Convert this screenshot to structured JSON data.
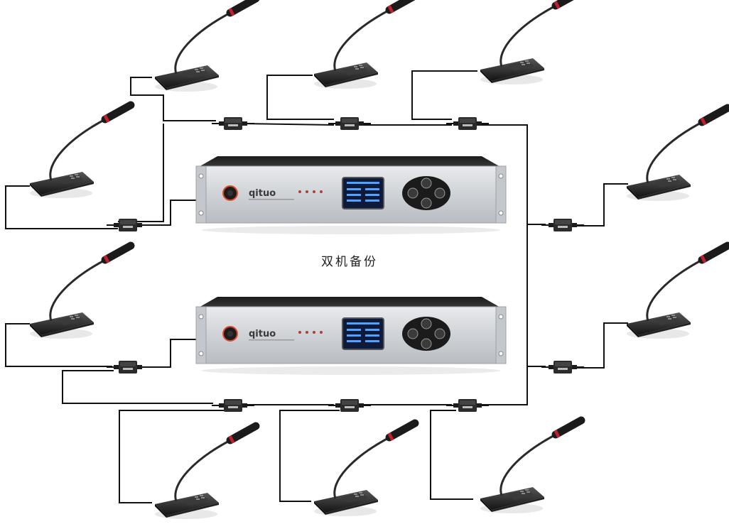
{
  "caption": "双机备份",
  "units": {
    "brand": "qituo",
    "brand_colors": {
      "panel": "#d6d8db",
      "screen": "#0e1a3a",
      "screen_text": "#4fa3ff",
      "knob_ring": "#e34a2b"
    }
  },
  "labels": {
    "splitter": "splitter-box",
    "microphone": "conference-microphone"
  }
}
